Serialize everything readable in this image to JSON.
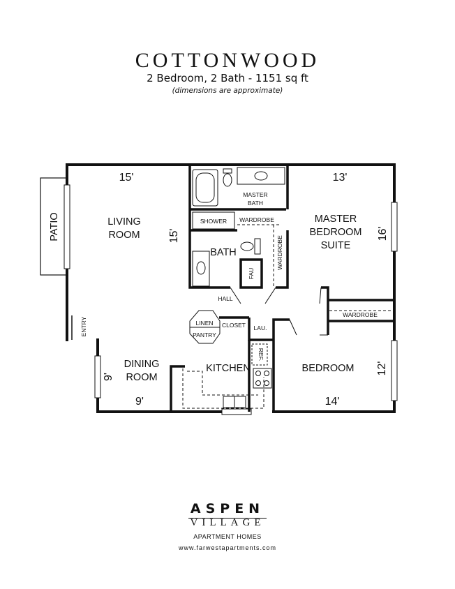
{
  "header": {
    "title": "COTTONWOOD",
    "subtitle": "2 Bedroom, 2 Bath - 1151 sq ft",
    "note": "(dimensions are approximate)"
  },
  "rooms": {
    "patio": "PATIO",
    "living_1": "LIVING",
    "living_2": "ROOM",
    "dining_1": "DINING",
    "dining_2": "ROOM",
    "kitchen": "KITCHEN",
    "bath": "BATH",
    "master_bath_1": "MASTER",
    "master_bath_2": "BATH",
    "master_suite_1": "MASTER",
    "master_suite_2": "BEDROOM",
    "master_suite_3": "SUITE",
    "bedroom": "BEDROOM",
    "hall": "HALL",
    "entry": "ENTRY"
  },
  "fixtures": {
    "shower": "SHOWER",
    "wardrobe_top": "WARDROBE",
    "wardrobe_side": "WARDROBE",
    "wardrobe_bedroom": "WARDROBE",
    "fau": "FAU",
    "linen": "LINEN",
    "pantry": "PANTRY",
    "closet": "CLOSET",
    "lau": "LAU.",
    "ref": "REF."
  },
  "dimensions": {
    "living_w": "15'",
    "living_h": "15'",
    "master_w": "13'",
    "master_h": "16'",
    "dining_w": "9'",
    "dining_h": "9'",
    "bedroom_w": "14'",
    "bedroom_h": "12'"
  },
  "logo": {
    "name": "ASPEN",
    "sub": "VILLAGE",
    "tagline": "APARTMENT HOMES",
    "url": "www.farwestapartments.com"
  }
}
